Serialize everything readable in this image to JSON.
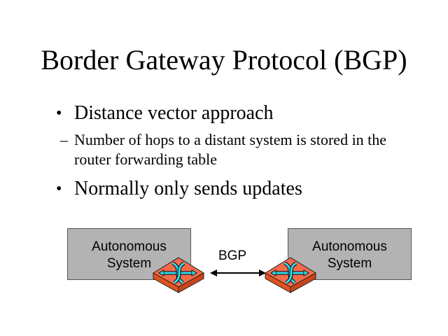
{
  "slide": {
    "title": "Border Gateway Protocol (BGP)",
    "bullets": [
      {
        "text": "Distance vector approach",
        "sub": [
          "Number of hops to a distant system is stored in the router forwarding table"
        ]
      },
      {
        "text": "Normally only sends updates"
      }
    ],
    "bullet_glyph": "•",
    "sub_glyph": "–"
  },
  "diagram": {
    "left_box": {
      "line1": "Autonomous",
      "line2": "System"
    },
    "right_box": {
      "line1": "Autonomous",
      "line2": "System"
    },
    "link_label": "BGP",
    "icons": [
      "router-icon",
      "router-icon",
      "double-arrow-icon"
    ],
    "colors": {
      "box_fill": "#b3b3b3",
      "router_top": "#f26b4a",
      "router_side": "#e0531f",
      "router_arrows": "#33ddee"
    }
  }
}
